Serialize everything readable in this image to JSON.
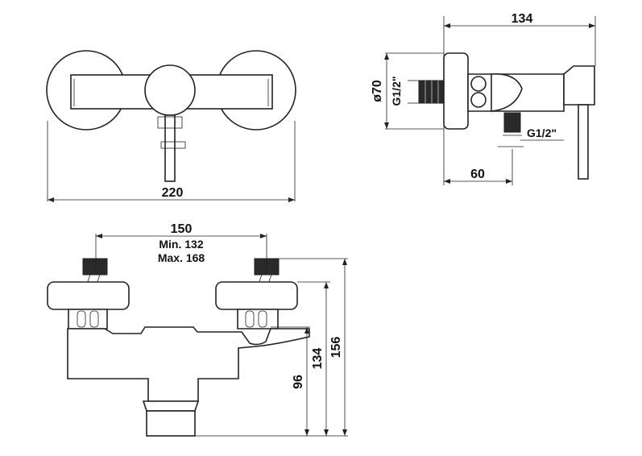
{
  "top_view": {
    "width": "220"
  },
  "side_view": {
    "depth": "134",
    "offset": "60",
    "diameter": "ø70",
    "inlet_thread": "G1/2\"",
    "outlet_thread": "G1/2\""
  },
  "front_view": {
    "centers": "150",
    "centers_min": "Min. 132",
    "centers_max": "Max. 168",
    "height_total": "156",
    "height_mid": "134",
    "height_outlet": "96"
  }
}
